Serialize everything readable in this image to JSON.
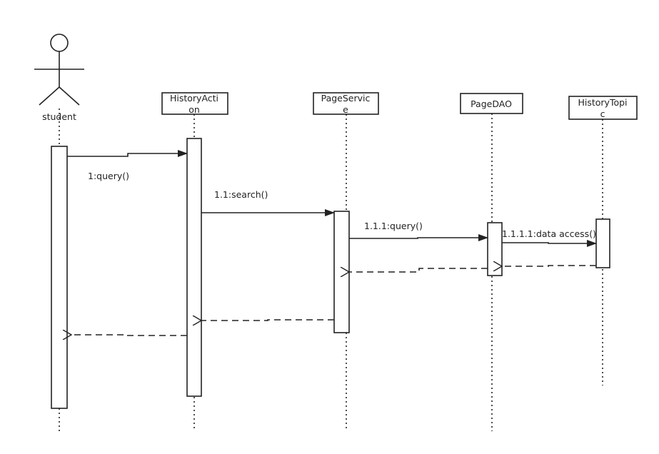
{
  "actor": {
    "name": "student"
  },
  "objects": [
    {
      "id": "historyaction",
      "line1": "HistoryActi",
      "line2": "on"
    },
    {
      "id": "pageservice",
      "line1": "PageServic",
      "line2": "e"
    },
    {
      "id": "pagedao",
      "line1": "PageDAO",
      "line2": ""
    },
    {
      "id": "historytopic",
      "line1": "HistoryTopi",
      "line2": "c"
    }
  ],
  "messages": [
    {
      "id": "m1",
      "label": "1:query()"
    },
    {
      "id": "m2",
      "label": "1.1:search()"
    },
    {
      "id": "m3",
      "label": "1.1.1:query()"
    },
    {
      "id": "m4",
      "label": "1.1.1.1:data access()"
    }
  ]
}
